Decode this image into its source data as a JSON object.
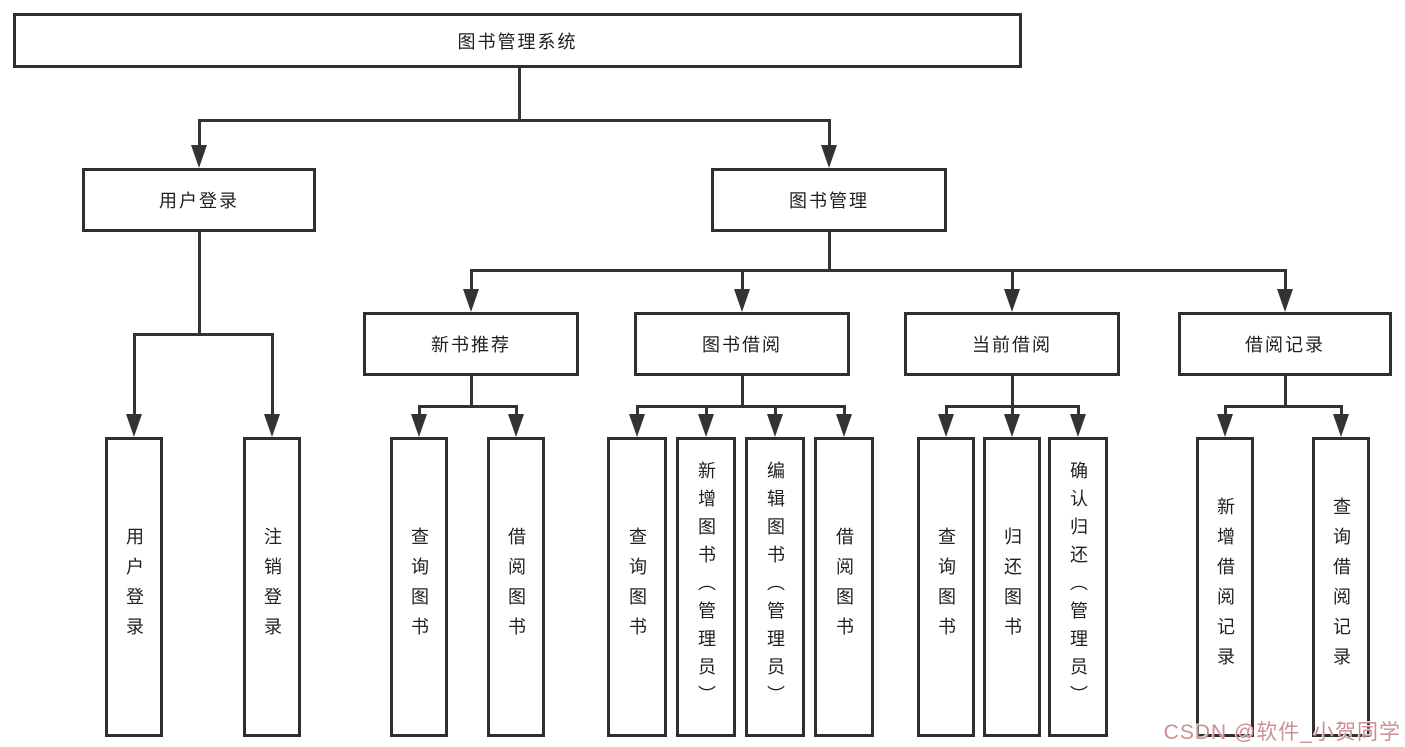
{
  "root": {
    "label": "图书管理系统"
  },
  "branches": {
    "user_login": {
      "label": "用户登录",
      "children": [
        {
          "label": "用户登录"
        },
        {
          "label": "注销登录"
        }
      ]
    },
    "book_management": {
      "label": "图书管理",
      "children": [
        {
          "label": "新书推荐",
          "children": [
            {
              "label": "查询图书"
            },
            {
              "label": "借阅图书"
            }
          ]
        },
        {
          "label": "图书借阅",
          "children": [
            {
              "label": "查询图书"
            },
            {
              "label": "新增图书（管理员）"
            },
            {
              "label": "编辑图书（管理员）"
            },
            {
              "label": "借阅图书"
            }
          ]
        },
        {
          "label": "当前借阅",
          "children": [
            {
              "label": "查询图书"
            },
            {
              "label": "归还图书"
            },
            {
              "label": "确认归还（管理员）"
            }
          ]
        },
        {
          "label": "借阅记录",
          "children": [
            {
              "label": "新增借阅记录"
            },
            {
              "label": "查询借阅记录"
            }
          ]
        }
      ]
    }
  },
  "watermark": {
    "text": "CSDN @软件_小贺同学",
    "color": "#cd8f93"
  },
  "colors": {
    "line": "#333333",
    "box_border": "#2f2f2f",
    "box_bg": "#ffffff",
    "text": "#1f1f1f"
  }
}
